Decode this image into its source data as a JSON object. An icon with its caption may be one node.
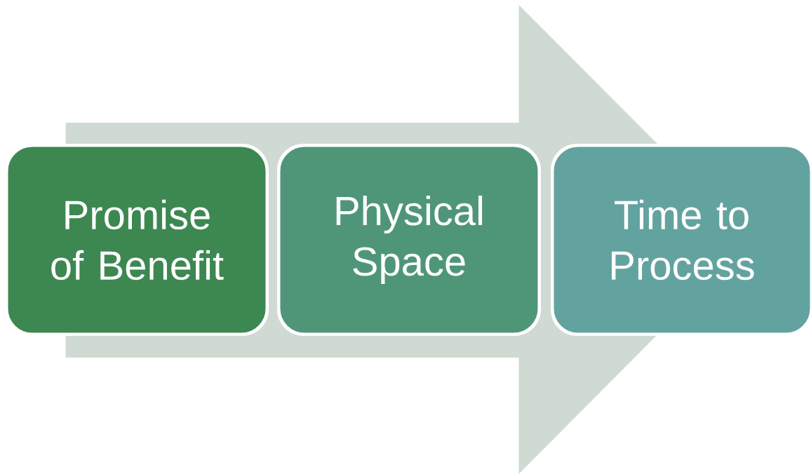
{
  "diagram": {
    "nodes": [
      {
        "text": [
          "Promise of Benefit"
        ]
      },
      {
        "text": [
          "Physical Space"
        ]
      },
      {
        "text": [
          "Time to Process"
        ]
      }
    ],
    "edges": [
      {
        "from": 0,
        "to": 2,
        "arrow": "to"
      }
    ]
  }
}
